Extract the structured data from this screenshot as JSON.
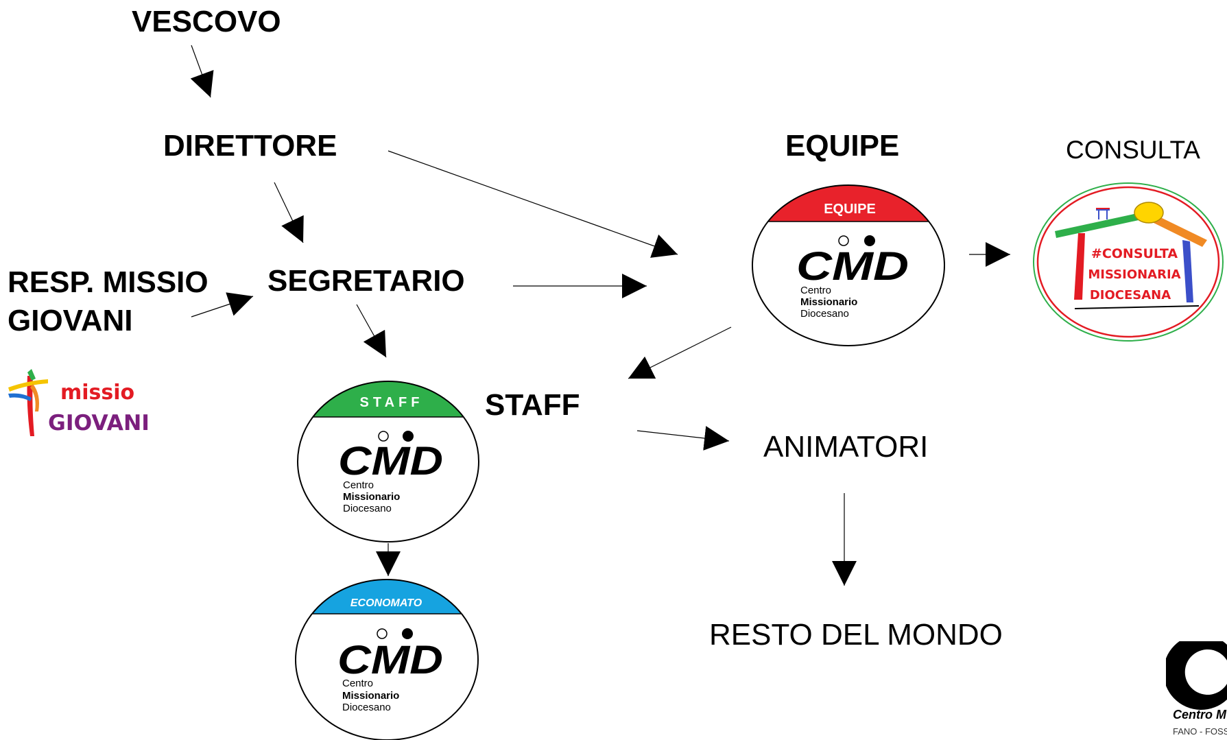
{
  "nodes": {
    "vescovo": "VESCOVO",
    "direttore": "DIRETTORE",
    "equipe": "EQUIPE",
    "consulta": "CONSULTA",
    "resp_missio_line1": "RESP. MISSIO",
    "resp_missio_line2": "GIOVANI",
    "segretario": "SEGRETARIO",
    "staff": "STAFF",
    "animatori": "ANIMATORI",
    "resto_del_mondo": "RESTO DEL MONDO"
  },
  "badges": {
    "equipe": {
      "header": "EQUIPE",
      "color": "#e8222b"
    },
    "staff": {
      "header": "STAFF",
      "color": "#2eaf4a"
    },
    "economato": {
      "header": "ECONOMATO",
      "color": "#16a3e0"
    }
  },
  "cmd_logo": {
    "mark": "CMD",
    "line1": "Centro",
    "line2": "Missionario",
    "line3": "Diocesano"
  },
  "consulta_logo": {
    "line1": "#CONSULTA",
    "line2": "MISSIONARIA",
    "line3": "DIOCESANA",
    "text_color": "#e31b23",
    "roof_left_color": "#2eaf4a",
    "roof_right_color": "#f08a24",
    "wall_left_color": "#e31b23",
    "wall_right_color": "#3b4fc9",
    "sun_color": "#ffd400",
    "ring_outer_color": "#2eaf4a",
    "ring_inner_color": "#e31b23"
  },
  "missio_logo": {
    "line1": "missio",
    "line2": "GIOVANI",
    "line1_color": "#e31b23",
    "line2_color": "#7b1f7d"
  },
  "corner_logo": {
    "line1": "Centro M",
    "line2": "FANO - FOSSO"
  }
}
